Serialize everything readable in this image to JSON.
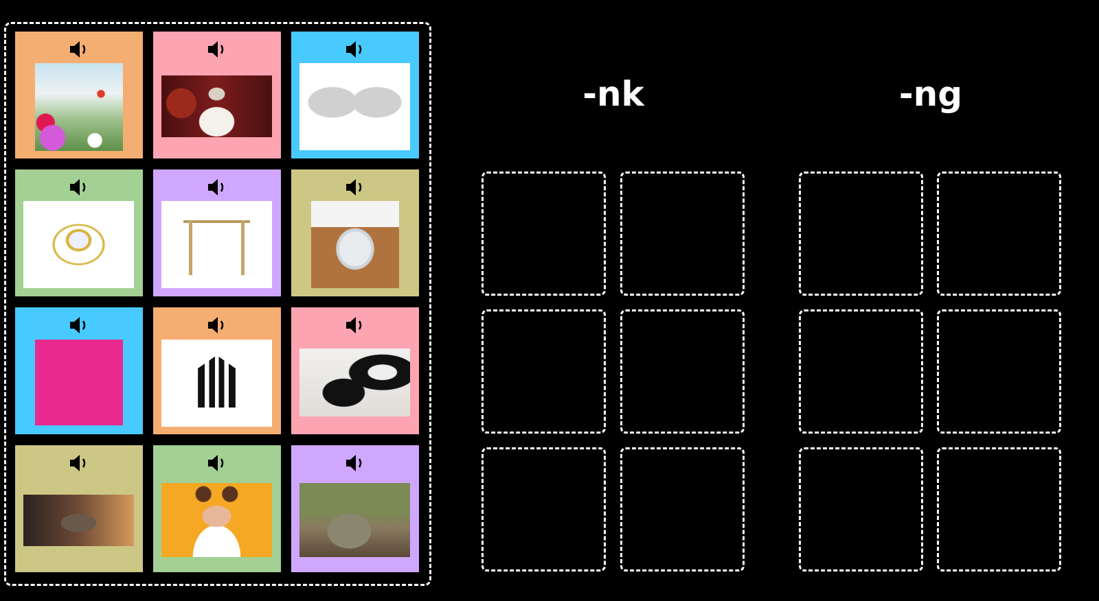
{
  "columns": [
    {
      "heading": "-nk",
      "slots": 6
    },
    {
      "heading": "-ng",
      "slots": 6
    }
  ],
  "icons": {
    "speaker": "speaker-icon"
  },
  "cards": [
    {
      "id": "flower",
      "bg": "#f5ae72"
    },
    {
      "id": "king",
      "bg": "#fda4b3"
    },
    {
      "id": "wings",
      "bg": "#48c9ff"
    },
    {
      "id": "ring",
      "bg": "#a3d094"
    },
    {
      "id": "swing",
      "bg": "#d0a7ff"
    },
    {
      "id": "sink",
      "bg": "#cdc785"
    },
    {
      "id": "pink",
      "bg": "#48c9ff"
    },
    {
      "id": "bank",
      "bg": "#f5ae72"
    },
    {
      "id": "skunk",
      "bg": "#fda4b3"
    },
    {
      "id": "singing-porcupine",
      "bg": "#cdc785"
    },
    {
      "id": "winking-girl",
      "bg": "#a3d094"
    },
    {
      "id": "tank",
      "bg": "#d0a7ff"
    }
  ]
}
